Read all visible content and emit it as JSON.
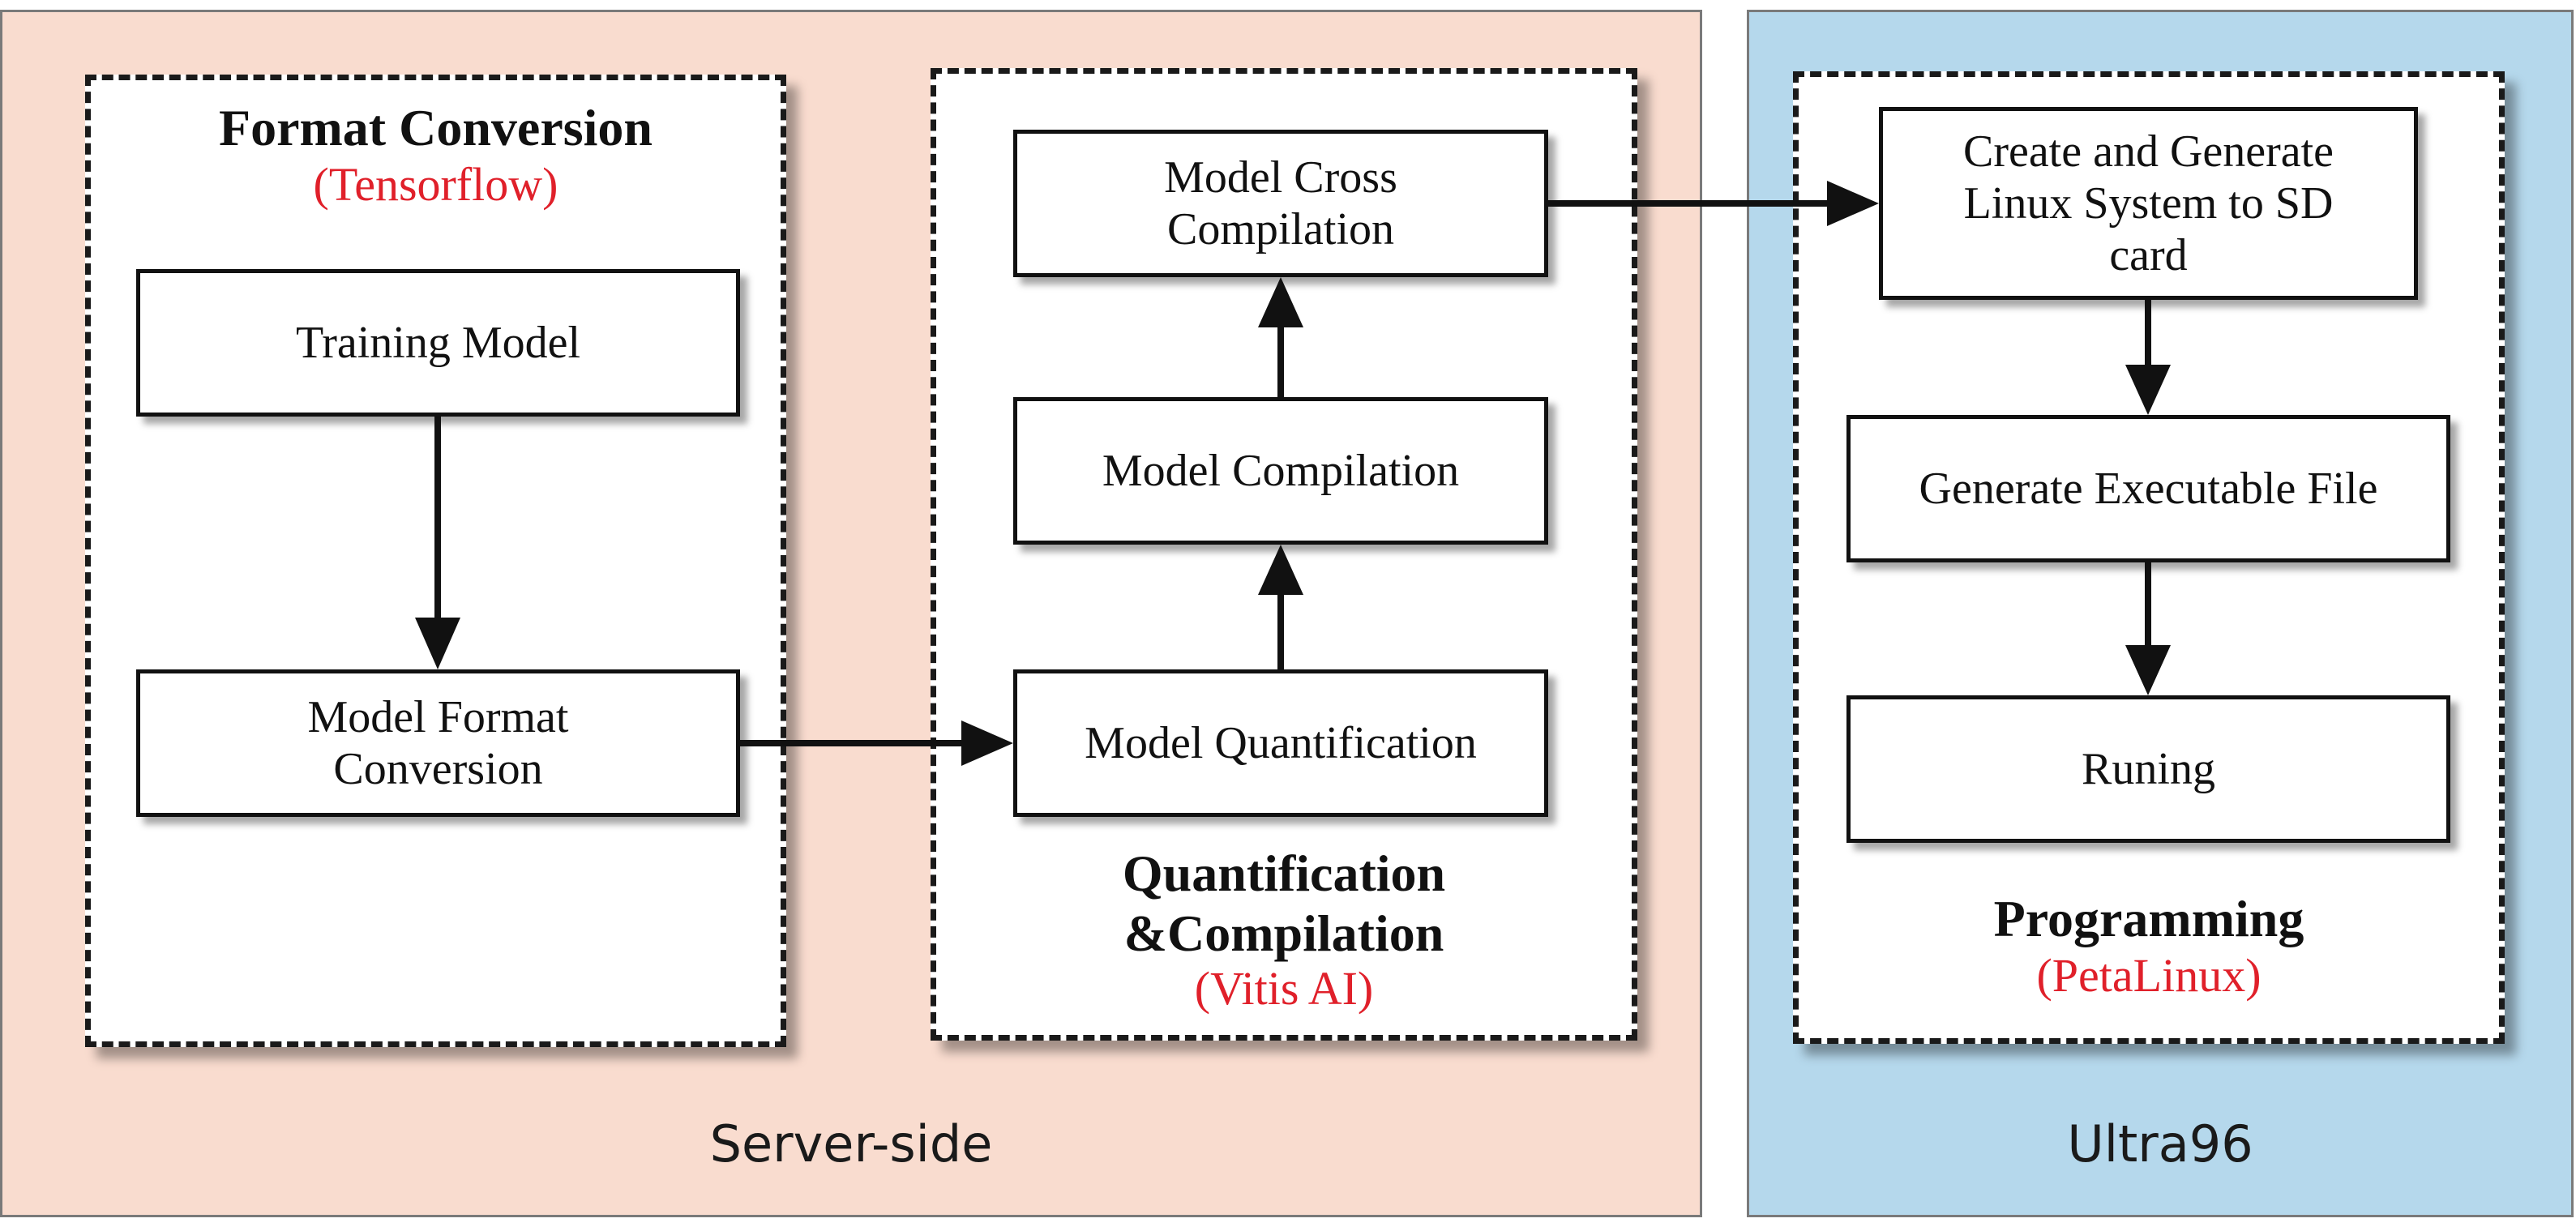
{
  "colors": {
    "server_bg": "#f9dccf",
    "board_bg": "#b5d8ec",
    "tool_text": "#e0202a"
  },
  "regions": {
    "server": {
      "label": "Server-side"
    },
    "board": {
      "label": "Ultra96"
    }
  },
  "groups": {
    "format": {
      "title": "Format Conversion",
      "tool": "(Tensorflow)"
    },
    "quant": {
      "title_line1": "Quantification",
      "title_line2": "&Compilation",
      "tool": "(Vitis AI)"
    },
    "prog": {
      "title": "Programming",
      "tool": "(PetaLinux)"
    }
  },
  "steps": {
    "training": "Training Model",
    "format_conv_line1": "Model Format",
    "format_conv_line2": "Conversion",
    "quantification": "Model Quantification",
    "compilation": "Model Compilation",
    "cross_line1": "Model Cross",
    "cross_line2": "Compilation",
    "create_line1": "Create and Generate",
    "create_line2": "Linux System to SD",
    "create_line3": "card",
    "executable": "Generate Executable File",
    "running": "Runing"
  }
}
